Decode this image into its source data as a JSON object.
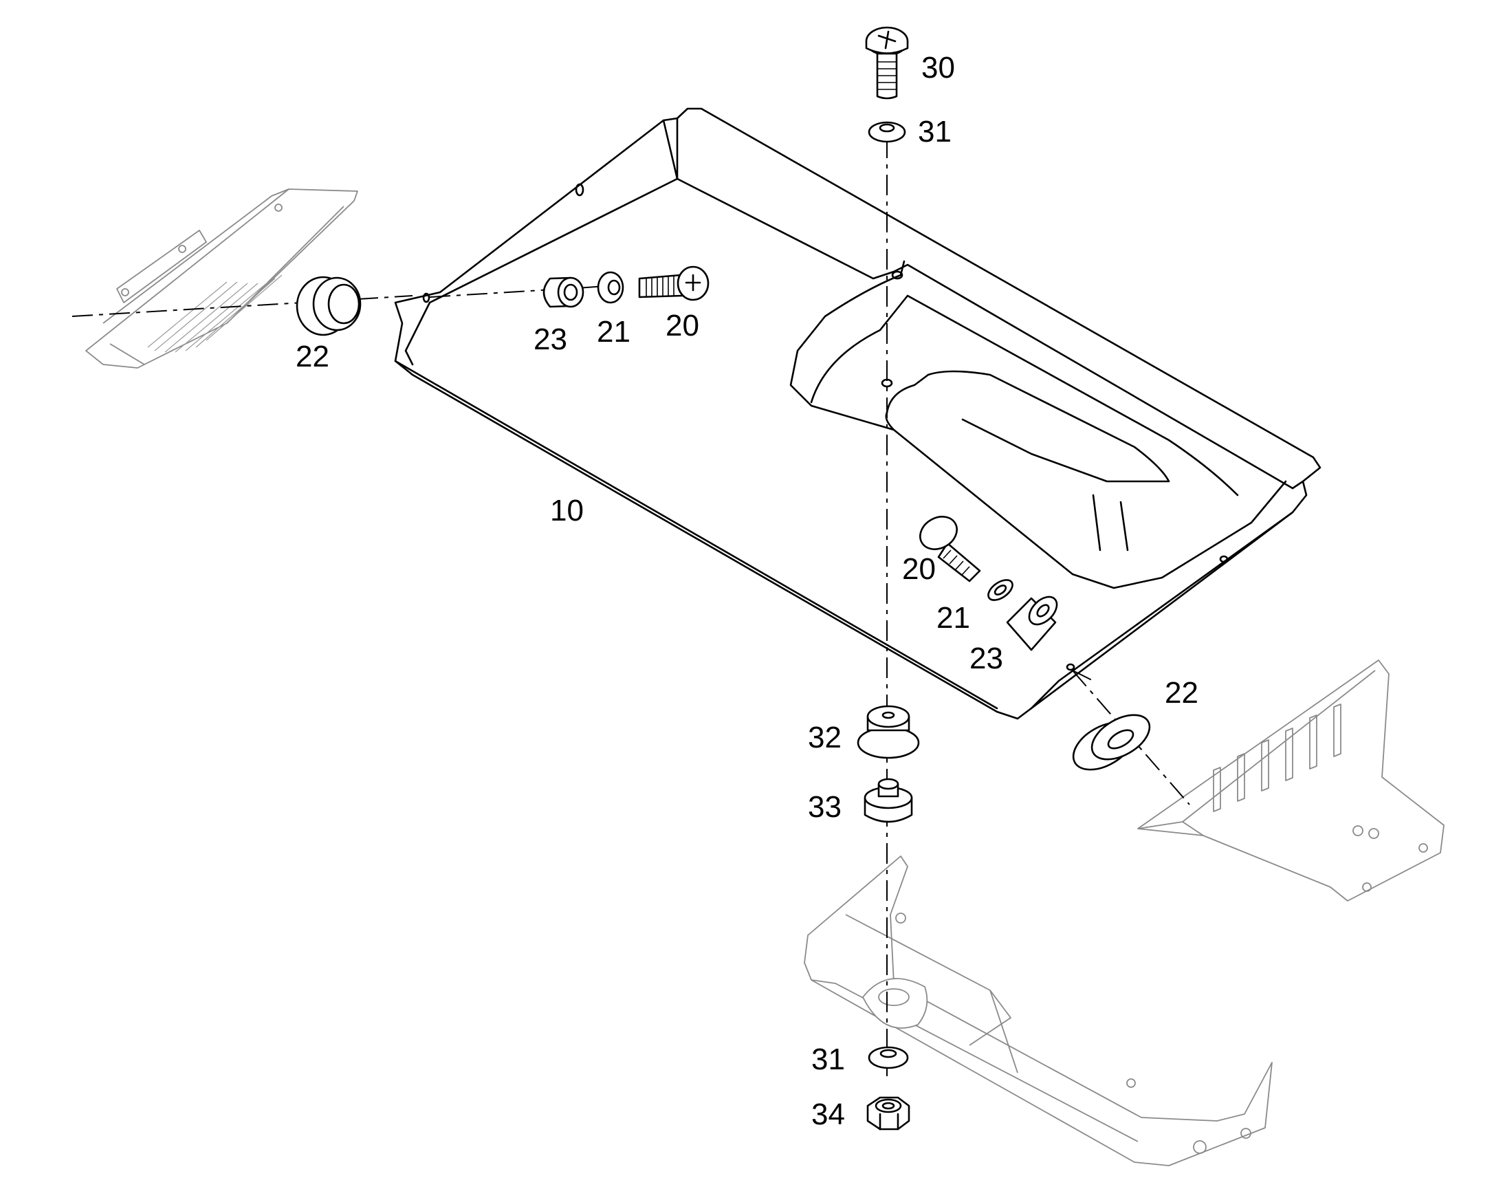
{
  "callouts": {
    "c10": "10",
    "c20a": "20",
    "c20b": "20",
    "c21a": "21",
    "c21b": "21",
    "c22a": "22",
    "c22b": "22",
    "c23a": "23",
    "c23b": "23",
    "c30": "30",
    "c31a": "31",
    "c31b": "31",
    "c32": "32",
    "c33": "33",
    "c34": "34"
  },
  "colors": {
    "line": "#000000",
    "ghost_line": "#8a8a8a",
    "background": "#ffffff"
  }
}
